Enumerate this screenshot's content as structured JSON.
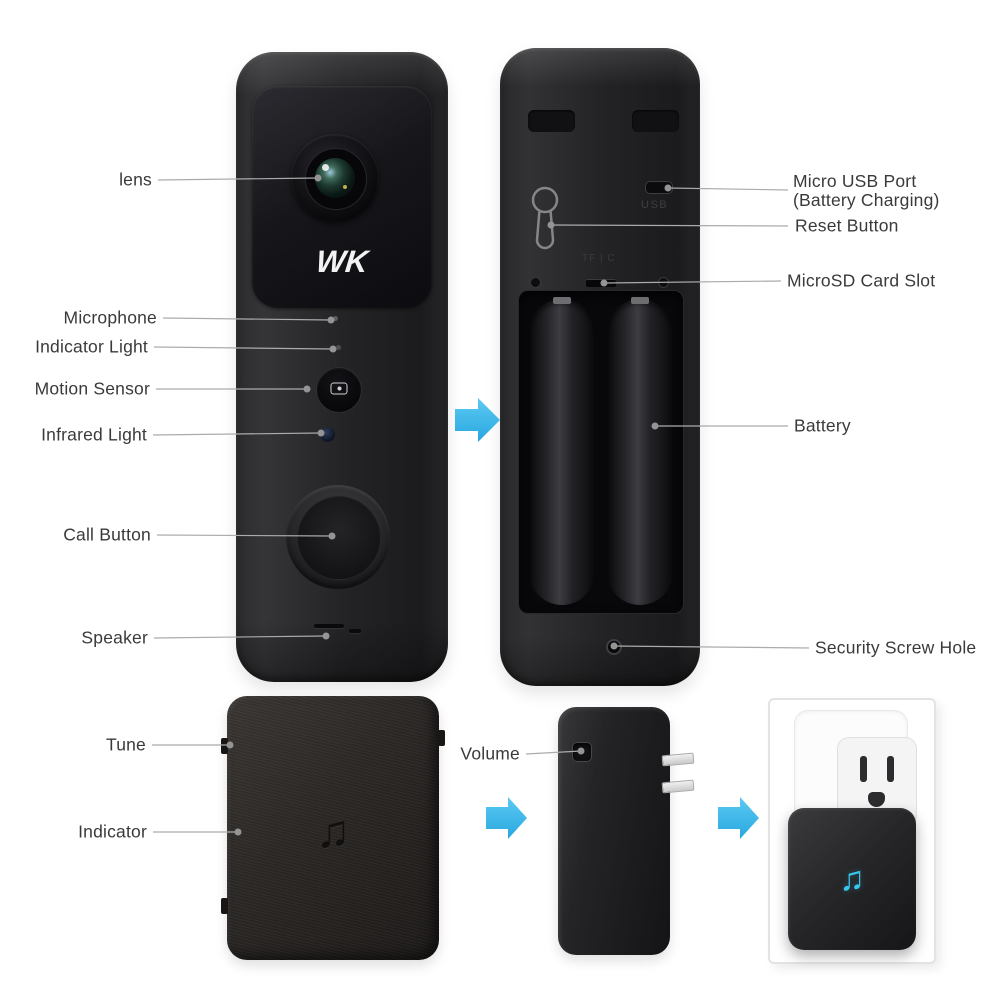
{
  "product_diagram": {
    "brand_logo": "WK",
    "front": {
      "lens": "lens",
      "microphone": "Microphone",
      "indicator_light": "Indicator Light",
      "motion_sensor": "Motion Sensor",
      "infrared_light": "Infrared Light",
      "call_button": "Call Button",
      "speaker": "Speaker"
    },
    "back": {
      "micro_usb_line1": "Micro USB Port",
      "micro_usb_line2": "(Battery Charging)",
      "reset_button": "Reset Button",
      "microsd_card_slot": "MicroSD Card Slot",
      "battery": "Battery",
      "security_screw_hole": "Security Screw Hole",
      "usb_marking": "USB",
      "sd_marking": "TF | C"
    },
    "chime": {
      "tune": "Tune",
      "indicator": "Indicator",
      "volume": "Volume",
      "note_glyph": "♫"
    },
    "colors": {
      "arrow_blue": "#3cb9ea",
      "chime_note_blue": "#38c6ee",
      "label_text": "#3a3a3a",
      "leader_line_gray": "#ababab"
    }
  }
}
